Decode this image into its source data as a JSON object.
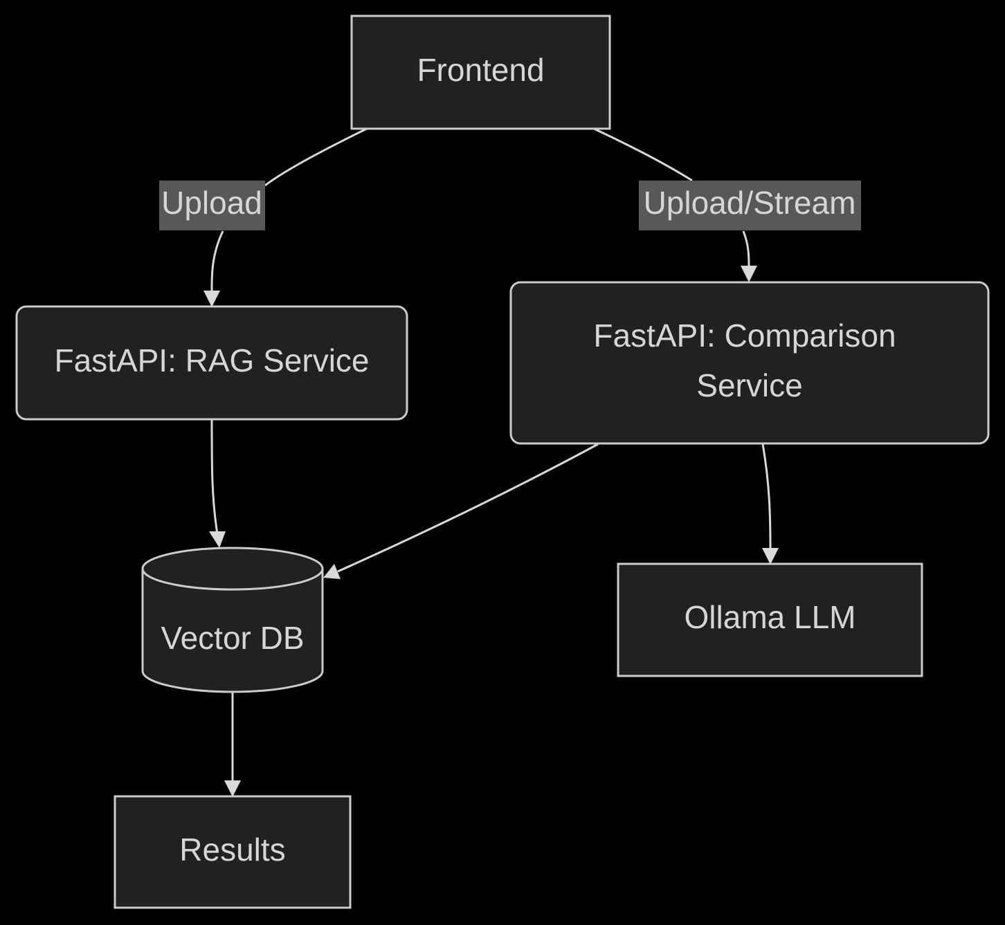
{
  "diagram": {
    "nodes": {
      "frontend": "Frontend",
      "rag_service": "FastAPI: RAG Service",
      "comparison_service_line1": "FastAPI: Comparison",
      "comparison_service_line2": "Service",
      "vector_db": "Vector DB",
      "ollama_llm": "Ollama LLM",
      "results": "Results"
    },
    "edges": {
      "frontend_to_rag": "Upload",
      "frontend_to_comparison": "Upload/Stream"
    }
  },
  "colors": {
    "background": "#000000",
    "node_fill": "#202222",
    "node_stroke": "#cccccc",
    "edge": "#d9d9d9",
    "label_background": "#585858",
    "text": "#d6d6d6"
  }
}
